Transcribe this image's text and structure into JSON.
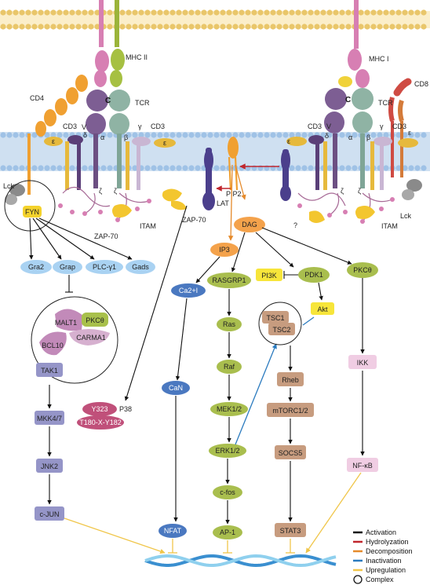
{
  "colors": {
    "activation": "#111111",
    "hydrolyzation": "#c0262d",
    "decomposition": "#e58a2b",
    "inactivation": "#2b7bbf",
    "upregulation": "#f0c64a",
    "membrane_head": "#e9c66a",
    "membrane_inner": "#b9d3ec",
    "dna_a": "#3a8fd0",
    "dna_b": "#8fd0ee"
  },
  "receptors": {
    "mhc2": "MHC II",
    "mhc1": "MHC I",
    "cd4": "CD4",
    "cd8": "CD8",
    "tcr_left": "TCR",
    "tcr_right": "TCR",
    "c_left": "C",
    "v_left": "V",
    "c_right": "C",
    "v_right": "V",
    "alpha": "α",
    "beta": "β",
    "gamma": "γ",
    "delta": "δ",
    "epsilon": "ε",
    "zeta": "ζ",
    "cd3": "CD3",
    "lck": "Lck",
    "itam": "ITAM",
    "zap70": "ZAP-70",
    "lat": "LAT",
    "pip2": "PIP2",
    "question": "?"
  },
  "nodes": {
    "fyn": "FYN",
    "gra2": "Gra2",
    "grap": "Grap",
    "plcg1": "PLC-γ1",
    "gads": "Gads",
    "malt1": "MALT1",
    "pkctheta_complex": "PKCθ",
    "carma1": "CARMA1",
    "bcl10": "BCL10",
    "tak1": "TAK1",
    "mkk47": "MKK4/7",
    "jnk2": "JNK2",
    "cjun": "c-JUN",
    "y323": "Y323",
    "p38": "P38",
    "t180": "T180-X-Y182",
    "dag": "DAG",
    "ip3": "IP3",
    "ca2": "Ca2+I",
    "can": "CaN",
    "nfat": "NFAT",
    "rasgrp1": "RASGRP1",
    "ras": "Ras",
    "raf": "Raf",
    "mek12": "MEK1/2",
    "erk12": "ERK1/2",
    "cfos": "c-fos",
    "ap1": "AP-1",
    "pi3k": "PI3K",
    "pdk1": "PDK1",
    "akt": "Akt",
    "tsc1": "TSC1",
    "tsc2": "TSC2",
    "rheb": "Rheb",
    "mtorc12": "mTORC1/2",
    "socs5": "SOCS5",
    "stat3": "STAT3",
    "pkctheta": "PKCθ",
    "ikk": "IKK",
    "nfkb": "NF-κB"
  },
  "legend": {
    "activation": "Activation",
    "hydrolyzation": "Hydrolyzation",
    "decomposition": "Decomposition",
    "inactivation": "Inactivation",
    "upregulation": "Upregulation",
    "complex": "Complex"
  }
}
